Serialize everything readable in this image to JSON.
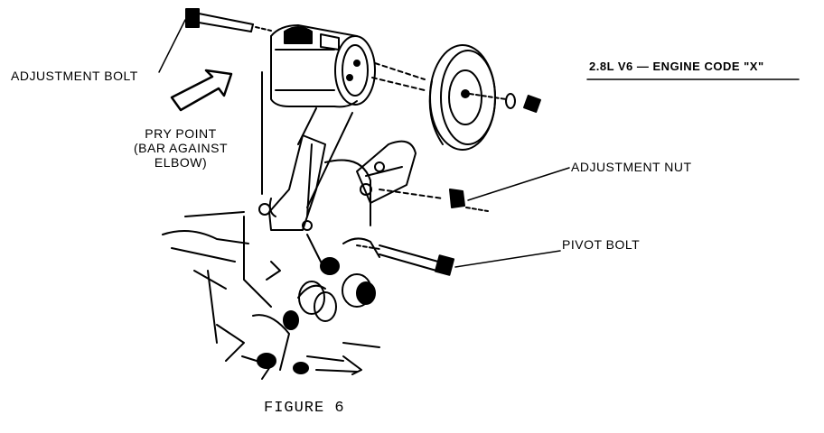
{
  "title": "2.8L V6 — ENGINE CODE \"X\"",
  "labels": {
    "adjustment_bolt": "ADJUSTMENT BOLT",
    "pry_point_1": "PRY POINT",
    "pry_point_2": "(BAR AGAINST",
    "pry_point_3": "ELBOW)",
    "adjustment_nut": "ADJUSTMENT NUT",
    "pivot_bolt": "PIVOT BOLT"
  },
  "caption": "FIGURE 6",
  "colors": {
    "ink": "#000000",
    "paper": "#ffffff"
  }
}
